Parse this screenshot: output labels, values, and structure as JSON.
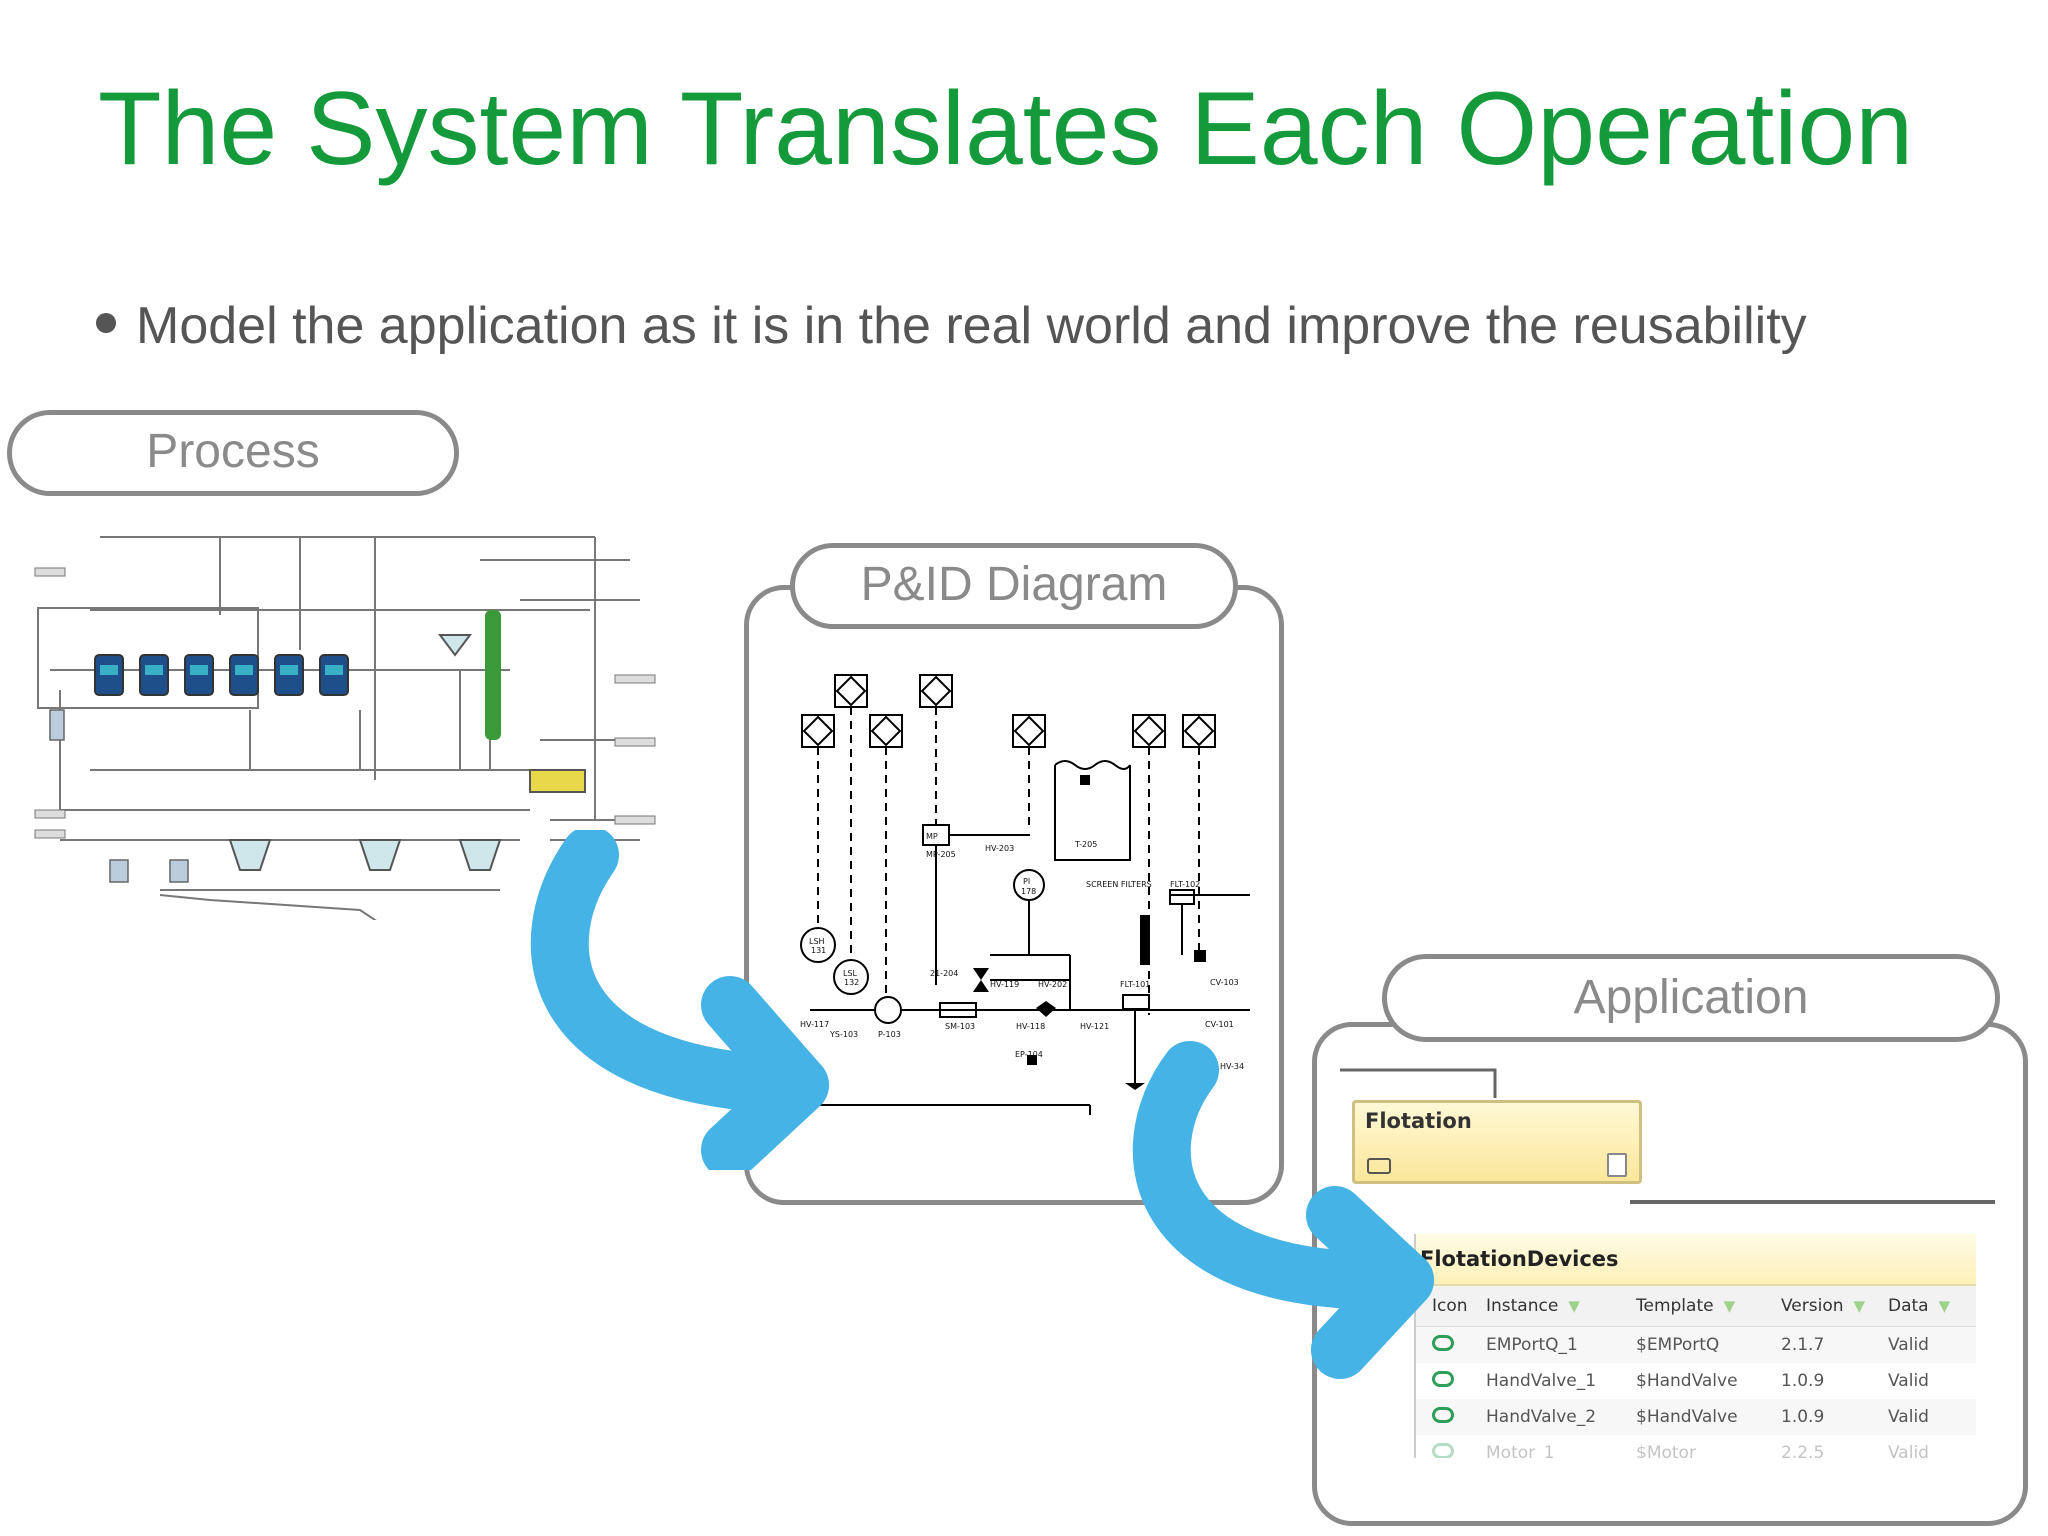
{
  "slide": {
    "title": "The System Translates Each Operation",
    "bullet": "Model the application as it is in the real world and improve the reusability"
  },
  "labels": {
    "process": "Process",
    "pid": "P&ID Diagram",
    "application": "Application"
  },
  "pid_tags": {
    "mp": "MP",
    "mp_tag": "MP-205",
    "hv_top": "HV-203",
    "pi": "PI",
    "pi_num": "178",
    "t_tag": "T-205",
    "screen": "SCREEN FILTERS",
    "flt1": "FLT-102",
    "flt2": "FLT-101",
    "lsh": "LSH",
    "lsh_num": "131",
    "lsl": "LSL",
    "lsl_num": "132",
    "hv117": "HV-117",
    "ys": "YS-103",
    "p103": "P-103",
    "sm": "SM-103",
    "hv118": "HV-118",
    "hv119": "HV-119",
    "hv202": "HV-202",
    "hv121": "HV-121",
    "hv204": "21-204",
    "ep": "EP-104",
    "cv1": "CV-103",
    "cv2": "CV-101",
    "hv3": "HV-34"
  },
  "colors": {
    "title": "#149a3a",
    "arrow": "#45b3e6",
    "frame": "#8a8a8a"
  },
  "app": {
    "block_label": "Flotation",
    "grid_title": "FlotationDevices",
    "columns": [
      "Icon",
      "Instance",
      "Template",
      "Version",
      "Data"
    ],
    "rows": [
      {
        "instance": "EMPortQ_1",
        "template": "$EMPortQ",
        "version": "2.1.7",
        "data": "Valid"
      },
      {
        "instance": "HandValve_1",
        "template": "$HandValve",
        "version": "1.0.9",
        "data": "Valid"
      },
      {
        "instance": "HandValve_2",
        "template": "$HandValve",
        "version": "1.0.9",
        "data": "Valid"
      },
      {
        "instance": "Motor_1",
        "template": "$Motor",
        "version": "2.2.5",
        "data": "Valid"
      }
    ]
  }
}
